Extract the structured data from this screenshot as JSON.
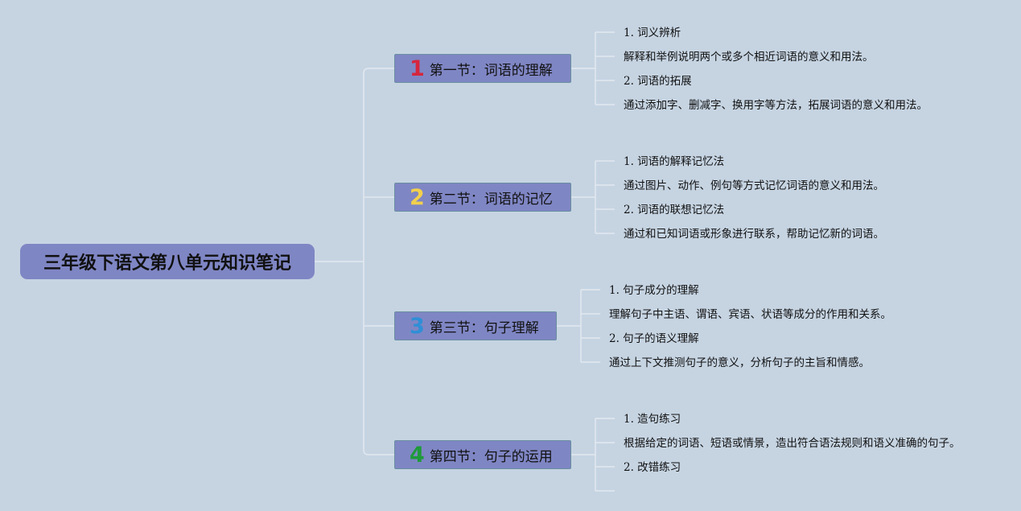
{
  "root": {
    "title": "三年级下语文第八单元知识笔记"
  },
  "colors": {
    "background": "#c6d4e2",
    "node": "#7f86c4",
    "connector": "#e2e8ef",
    "num1": "#d6263c",
    "num2": "#f2d04d",
    "num3": "#2f8fd6",
    "num4": "#1e9a3a"
  },
  "sections": [
    {
      "num": "1",
      "label": "第一节：词语的理解",
      "items": [
        "1. 词义辨析",
        "解释和举例说明两个或多个相近词语的意义和用法。",
        "2. 词语的拓展",
        "通过添加字、删减字、换用字等方法，拓展词语的意义和用法。"
      ]
    },
    {
      "num": "2",
      "label": "第二节：词语的记忆",
      "items": [
        "1. 词语的解释记忆法",
        "通过图片、动作、例句等方式记忆词语的意义和用法。",
        "2. 词语的联想记忆法",
        "通过和已知词语或形象进行联系，帮助记忆新的词语。"
      ]
    },
    {
      "num": "3",
      "label": "第三节：句子理解",
      "items": [
        "1. 句子成分的理解",
        "理解句子中主语、谓语、宾语、状语等成分的作用和关系。",
        "2. 句子的语义理解",
        "通过上下文推测句子的意义，分析句子的主旨和情感。"
      ]
    },
    {
      "num": "4",
      "label": "第四节：句子的运用",
      "items": [
        "1. 造句练习",
        "根据给定的词语、短语或情景，造出符合语法规则和语义准确的句子。",
        "2. 改错练习"
      ]
    }
  ]
}
